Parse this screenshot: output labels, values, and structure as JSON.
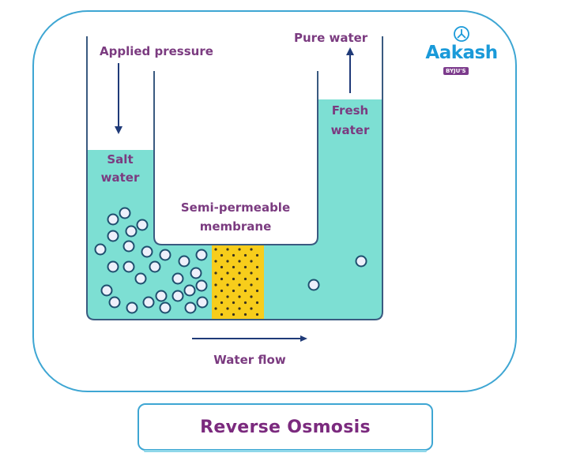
{
  "diagram": {
    "title": "Reverse Osmosis",
    "labels": {
      "applied_pressure": "Applied pressure",
      "pure_water": "Pure water",
      "salt_water_line1": "Salt",
      "salt_water_line2": "water",
      "fresh_water_line1": "Fresh",
      "fresh_water_line2": "water",
      "membrane_line1": "Semi-permeable",
      "membrane_line2": "membrane",
      "water_flow": "Water flow"
    },
    "logo": {
      "name": "Aakash",
      "badge": "BYJU'S"
    },
    "colors": {
      "frame": "#3ea6d3",
      "water": "#7ddfd3",
      "membrane": "#f7cd1b",
      "label_text": "#7b3b80",
      "arrow": "#1f3a78",
      "logo": "#1a9ad9"
    }
  }
}
